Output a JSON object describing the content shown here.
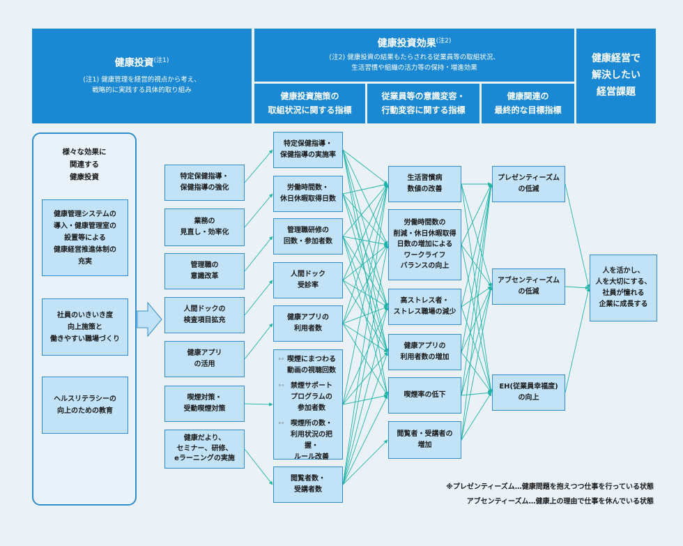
{
  "header": {
    "investment": {
      "title": "健康投資",
      "note_mark": "(注1)",
      "note_lines": [
        "(注1) 健康管理を経営的視点から考え、",
        "戦略的に実践する具体的取り組み"
      ]
    },
    "effect": {
      "title": "健康投資効果",
      "note_mark": "(注2)",
      "note_lines": [
        "(注2) 健康投資の結果もたらされる従業員等の取組状況、",
        "生活習慣や組織の活力等の保持・増進効果"
      ]
    },
    "issue": {
      "lines": [
        "健康経営で",
        "解決したい",
        "経営課題"
      ]
    },
    "sub1": {
      "lines": [
        "健康投資施策の",
        "取組状況に関する指標"
      ]
    },
    "sub2": {
      "lines": [
        "従業員等の意識変容・",
        "行動変容に関する指標"
      ]
    },
    "sub3": {
      "lines": [
        "健康関連の",
        "最終的な目標指標"
      ]
    }
  },
  "left_panel": {
    "title_lines": [
      "様々な効果に",
      "関連する",
      "健康投資"
    ],
    "boxes": [
      {
        "lines": [
          "健康管理システムの",
          "導入・健康管理室の",
          "設置等による",
          "健康経営推進体制の",
          "充実"
        ]
      },
      {
        "lines": [
          "社員のいきいき度",
          "向上施策と",
          "働きやすい職場づくり"
        ]
      },
      {
        "lines": [
          "ヘルスリテラシーの",
          "向上のための教育"
        ]
      }
    ]
  },
  "col_measures": [
    {
      "lines": [
        "特定保健指導・",
        "保健指導の強化"
      ]
    },
    {
      "lines": [
        "業務の",
        "見直し・効率化"
      ]
    },
    {
      "lines": [
        "管理職の",
        "意識改革"
      ]
    },
    {
      "lines": [
        "人間ドックの",
        "検査項目拡充"
      ]
    },
    {
      "lines": [
        "健康アプリ",
        "の活用"
      ]
    },
    {
      "lines": [
        "喫煙対策・",
        "受動喫煙対策"
      ]
    },
    {
      "lines": [
        "健康だより、",
        "セミナー、研修、",
        "eラーニングの実施"
      ]
    }
  ],
  "col_status": [
    {
      "lines": [
        "特定保健指導・",
        "保健指導の実施率"
      ]
    },
    {
      "lines": [
        "労働時間数・",
        "休日休暇取得日数"
      ]
    },
    {
      "lines": [
        "管理職研修の",
        "回数・参加者数"
      ]
    },
    {
      "lines": [
        "人間ドック",
        "受診率"
      ]
    },
    {
      "lines": [
        "健康アプリの",
        "利用者数"
      ]
    },
    {
      "items": [
        {
          "marker": "◦◦",
          "lines": [
            "喫煙にまつわる",
            "動画の視聴回数"
          ]
        },
        {
          "marker": "◦◦",
          "lines": [
            "禁煙サポート",
            "プログラムの",
            "参加者数"
          ]
        },
        {
          "marker": "◦◦",
          "lines": [
            "喫煙所の数・",
            "利用状況の把握・",
            "ルール改善"
          ]
        }
      ]
    },
    {
      "lines": [
        "閲覧者数・",
        "受講者数"
      ]
    }
  ],
  "col_behavior": [
    {
      "lines": [
        "生活習慣病",
        "数値の改善"
      ]
    },
    {
      "lines": [
        "労働時間数の",
        "削減・休日休暇取得",
        "日数の増加による",
        "ワークライフ",
        "バランスの向上"
      ]
    },
    {
      "lines": [
        "高ストレス者・",
        "ストレス職場の減少"
      ]
    },
    {
      "lines": [
        "健康アプリの",
        "利用者数の増加"
      ]
    },
    {
      "lines": [
        "喫煙率の低下"
      ]
    },
    {
      "lines": [
        "閲覧者・受講者の",
        "増加"
      ]
    }
  ],
  "col_goals": [
    {
      "lines": [
        "プレゼンティーズム",
        "の低減"
      ]
    },
    {
      "lines": [
        "アブセンティーズム",
        "の低減"
      ]
    },
    {
      "lines": [
        "EH(従業員幸福度)",
        "の向上"
      ]
    }
  ],
  "col_issue": {
    "lines": [
      "人を活かし、",
      "人を大切にする、",
      "社員が憧れる",
      "企業に成長する"
    ]
  },
  "notes": [
    "※プレゼンティーズム…健康問題を抱えつつ仕事を行っている状態",
    "アブセンティーズム…健康上の理由で仕事を休んでいる状態"
  ],
  "colors": {
    "header": "#1a88d2",
    "box_fill": "#c2e3f7",
    "box_border": "#2e8ccc",
    "connector": "#1fb3a6",
    "background": "#eaf2f8",
    "arrow_fill": "#c2e3f7"
  }
}
